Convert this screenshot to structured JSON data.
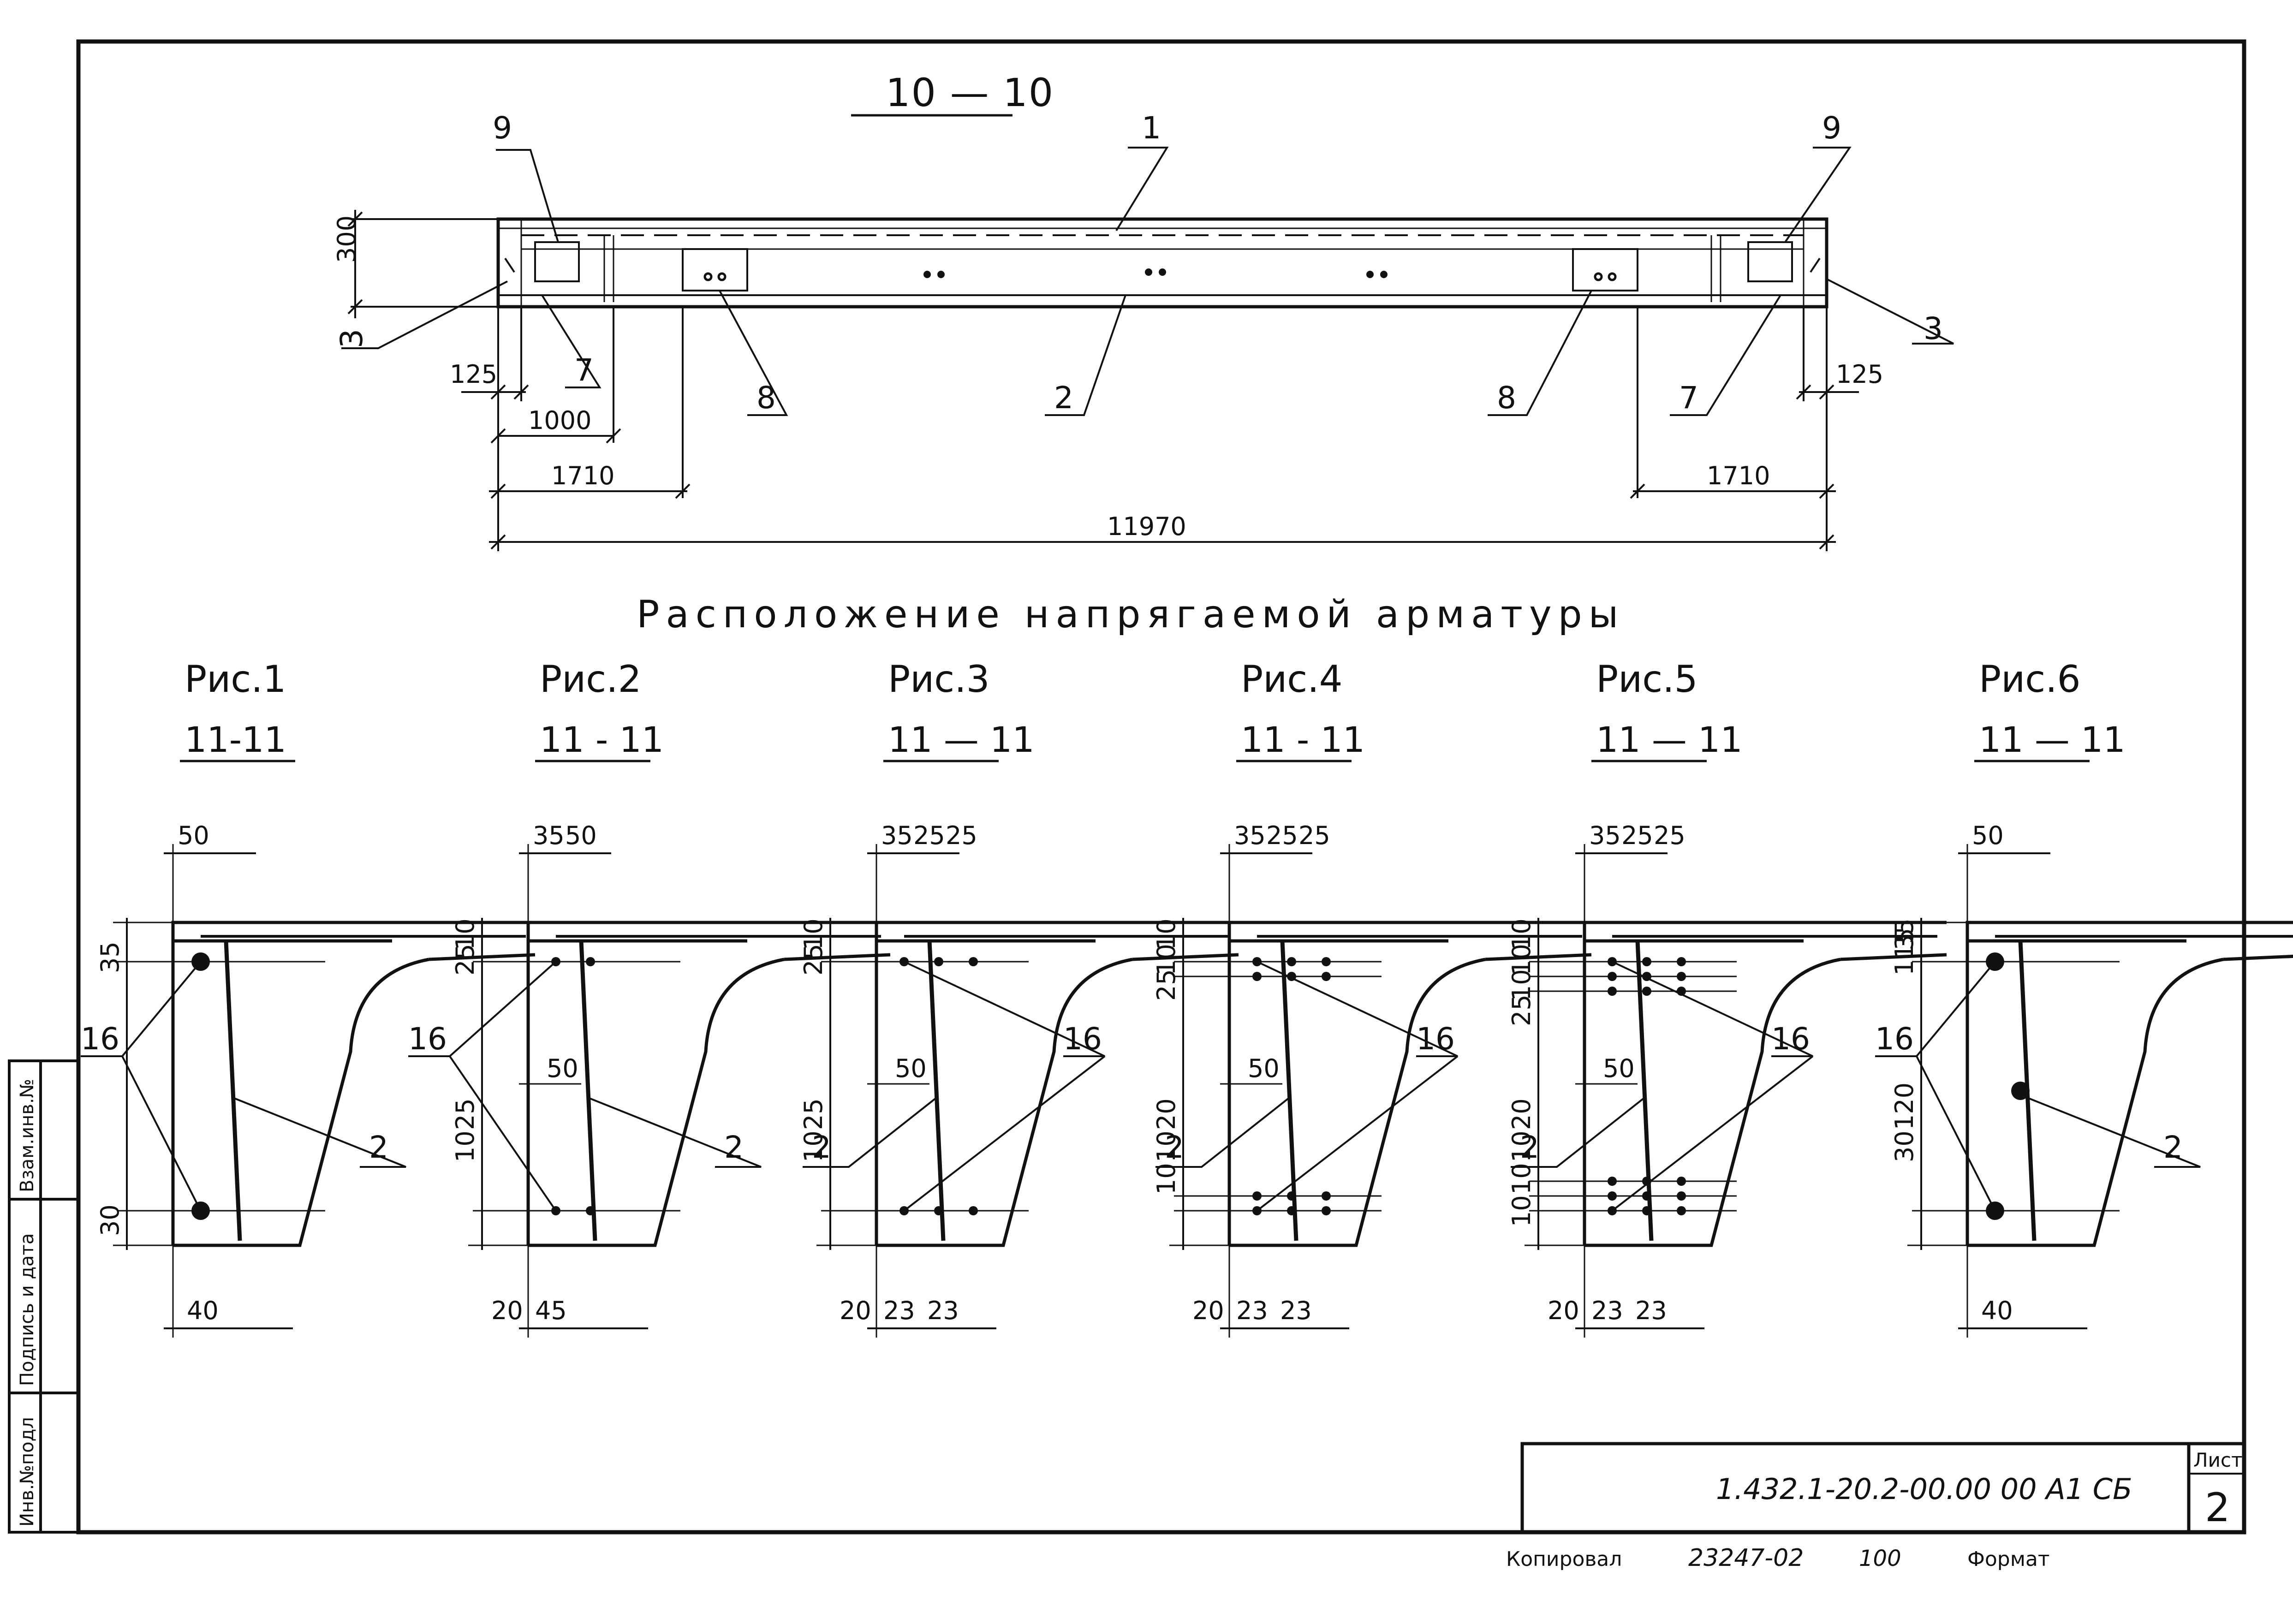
{
  "top_section": {
    "title": "10 — 10",
    "labels": {
      "l1": "1",
      "l2": "2",
      "l3": "3",
      "l7": "7",
      "l8": "8",
      "l9": "9"
    },
    "dims": {
      "height": "300",
      "end": "125",
      "d1000": "1000",
      "d1710": "1710",
      "total": "11970"
    }
  },
  "heading": "Расположение напрягаемой арматуры",
  "figures": [
    {
      "title": "Рис.1",
      "section": "11-11",
      "bar": "2",
      "strand": "16",
      "top_dims": [
        "50"
      ],
      "left_dims": [
        "35",
        "30"
      ],
      "bottom_dims": [
        "40"
      ],
      "mid_dims": []
    },
    {
      "title": "Рис.2",
      "section": "11 - 11",
      "bar": "2",
      "strand": "16",
      "top_dims": [
        "35",
        "50"
      ],
      "left_dims": [
        "10",
        "25",
        "25",
        "10"
      ],
      "bottom_dims": [
        "20",
        "45"
      ],
      "mid_dims": [
        "50"
      ]
    },
    {
      "title": "Рис.3",
      "section": "11 — 11",
      "bar": "2",
      "strand": "16",
      "top_dims": [
        "35",
        "25",
        "25"
      ],
      "left_dims": [
        "10",
        "25",
        "25",
        "10"
      ],
      "bottom_dims": [
        "20",
        "23",
        "23"
      ],
      "mid_dims": [
        "50"
      ]
    },
    {
      "title": "Рис.4",
      "section": "11 - 11",
      "bar": "2",
      "strand": "16",
      "top_dims": [
        "35",
        "25",
        "25"
      ],
      "left_dims": [
        "10",
        "10",
        "25",
        "20",
        "10",
        "10"
      ],
      "bottom_dims": [
        "20",
        "23",
        "23"
      ],
      "mid_dims": [
        "50"
      ]
    },
    {
      "title": "Рис.5",
      "section": "11 — 11",
      "bar": "2",
      "strand": "16",
      "top_dims": [
        "35",
        "25",
        "25"
      ],
      "left_dims": [
        "10",
        "10",
        "10",
        "25",
        "20",
        "10",
        "10",
        "10"
      ],
      "bottom_dims": [
        "20",
        "23",
        "23"
      ],
      "mid_dims": [
        "50"
      ]
    },
    {
      "title": "Рис.6",
      "section": "11 — 11",
      "bar": "2",
      "strand": "16",
      "top_dims": [
        "50"
      ],
      "left_dims": [
        "35",
        "115",
        "120",
        "30"
      ],
      "bottom_dims": [
        "40"
      ],
      "mid_dims": []
    }
  ],
  "side_stamp": {
    "cells": [
      "Инв.№подл",
      "Подпись и дата",
      "Взам.инв.№"
    ]
  },
  "title_block": {
    "doc_code": "1.432.1-20.2-00.00 00 А1 СБ",
    "sheet_label": "Лист",
    "sheet_number": "2"
  },
  "footer": {
    "copied": "Копировал",
    "order": "23247-02",
    "count": "100",
    "format": "Формат"
  }
}
